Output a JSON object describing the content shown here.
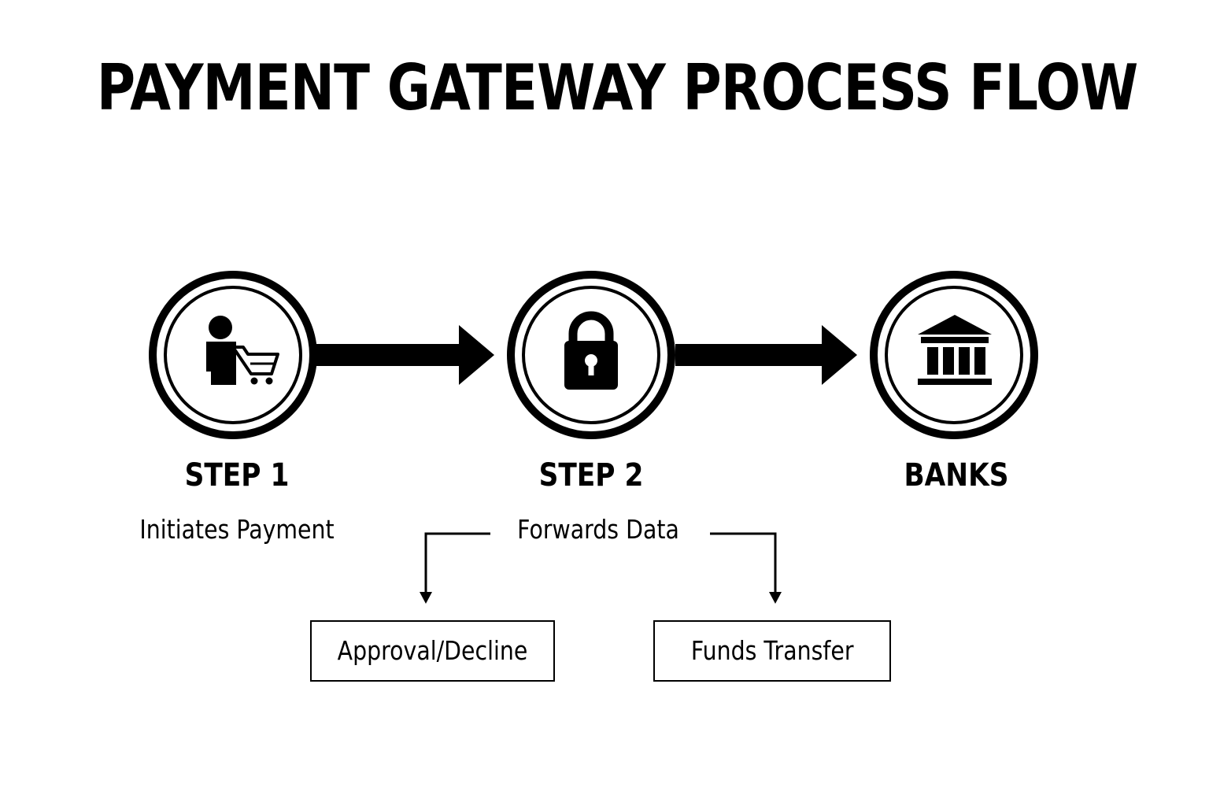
{
  "title": "PAYMENT GATEWAY PROCESS FLOW",
  "nodes": [
    {
      "icon": "user-with-cart-icon",
      "label": "STEP 1",
      "description": "Initiates Payment"
    },
    {
      "icon": "padlock-icon",
      "label": "STEP 2",
      "description": "Forwards Data"
    },
    {
      "icon": "bank-building-icon",
      "label": "BANKS",
      "description": ""
    }
  ],
  "outcomes": [
    {
      "label": "Approval/Decline"
    },
    {
      "label": "Funds Transfer"
    }
  ],
  "colors": {
    "stroke": "#000000",
    "background": "#ffffff"
  }
}
